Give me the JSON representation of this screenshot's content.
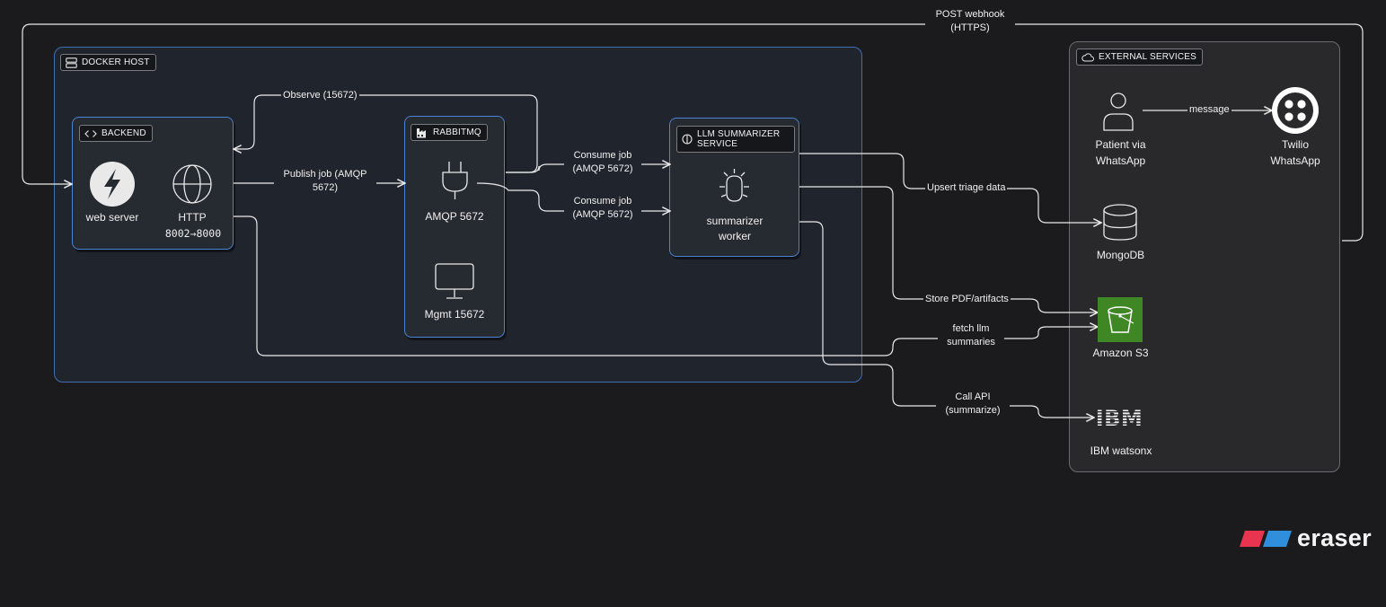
{
  "groups": {
    "docker_host": "DOCKER HOST",
    "external_services": "EXTERNAL SERVICES"
  },
  "backend": {
    "title": "BACKEND",
    "web_server": "web server",
    "http": "HTTP",
    "ports": "8002→8000"
  },
  "rabbitmq": {
    "title": "RABBITMQ",
    "amqp": "AMQP 5672",
    "mgmt": "Mgmt 15672"
  },
  "llm": {
    "title": "LLM SUMMARIZER SERVICE",
    "worker_line1": "summarizer",
    "worker_line2": "worker"
  },
  "external": {
    "patient_line1": "Patient via",
    "patient_line2": "WhatsApp",
    "twilio_line1": "Twilio",
    "twilio_line2": "WhatsApp",
    "mongodb": "MongoDB",
    "s3": "Amazon S3",
    "ibm_logo": "IBM",
    "watsonx": "IBM watsonx"
  },
  "edges": {
    "post_webhook_1": "POST webhook",
    "post_webhook_2": "(HTTPS)",
    "observe": "Observe (15672)",
    "publish_1": "Publish job (AMQP",
    "publish_2": "5672)",
    "consume_a_1": "Consume job",
    "consume_a_2": "(AMQP 5672)",
    "consume_b_1": "Consume job",
    "consume_b_2": "(AMQP 5672)",
    "message": "message",
    "upsert": "Upsert triage data",
    "store": "Store PDF/artifacts",
    "fetch_1": "fetch llm",
    "fetch_2": "summaries",
    "call_api_1": "Call API",
    "call_api_2": "(summarize)"
  },
  "brand": {
    "name": "eraser"
  },
  "colors": {
    "background": "#1b1b1d",
    "card_border": "#4b84d4",
    "external_border": "#6c6c70",
    "s3_green": "#3f8624",
    "brand_red": "#e8344e",
    "brand_blue": "#2f8fdc"
  }
}
